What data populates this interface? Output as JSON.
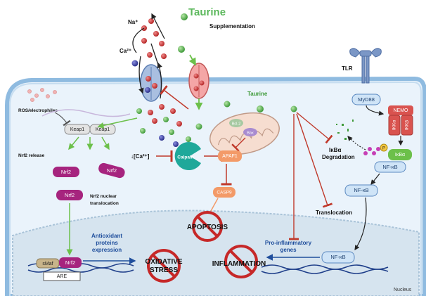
{
  "labels": {
    "taurine_title": "Taurine",
    "supplementation": "Supplementation",
    "na": "Na⁺",
    "ca": "Ca²⁺",
    "taurine_inside": "Taurine",
    "tlr": "TLR",
    "myd88": "MyD88",
    "nemo": "NEMO",
    "ikka": "IKKα",
    "ikkb": "IKKβ",
    "ikba": "IκBα",
    "ikba_degradation_1": "IκBα",
    "ikba_degradation_2": "Degradation",
    "nfkb_1": "NF-κB",
    "nfkb_2": "NF-κB",
    "nfkb_3": "NF-κB",
    "translocation": "Translocation",
    "ros": "ROS/electrophiles",
    "keap1_a": "Keap1",
    "keap1_b": "Keap1",
    "nrf2_release": "Nrf2 release",
    "nrf2_a": "Nrf2",
    "nrf2_b": "Nrf2",
    "nrf2_c": "Nrf2",
    "nrf2_translocation_1": "Nrf2 nuclear",
    "nrf2_translocation_2": "translocation",
    "ca_decrease": "↓[Ca²⁺]",
    "calpain": "Calpain",
    "bcl2": "Bcl-2",
    "bax": "Bax",
    "apaf1": "APAF1",
    "casp9": "CASP9",
    "apoptosis": "APOPTOSIS",
    "antioxidant_1": "Antioxidant",
    "antioxidant_2": "proteins",
    "antioxidant_3": "expression",
    "oxidative_1": "OXIDATIVE",
    "oxidative_2": "STRESS",
    "inflammation": "INFLAMMATION",
    "proinflam_1": "Pro-inflammatory",
    "proinflam_2": "genes",
    "smaf": "sMaf",
    "nrf2_dna": "Nrf2",
    "are": "ARE",
    "nucleus": "Nucleus",
    "p_badge": "P"
  },
  "colors": {
    "taurine_green": "#5cb85c",
    "nrf2_purple": "#a6247e",
    "nemo_red": "#d9534f",
    "nfkb_blue": "#cfe4f7",
    "inhibit_red": "#c0392b",
    "cell_fill": "#e9f3fb",
    "nucleus_fill": "#d8e6f1",
    "membrane": "#7fb0d6"
  }
}
